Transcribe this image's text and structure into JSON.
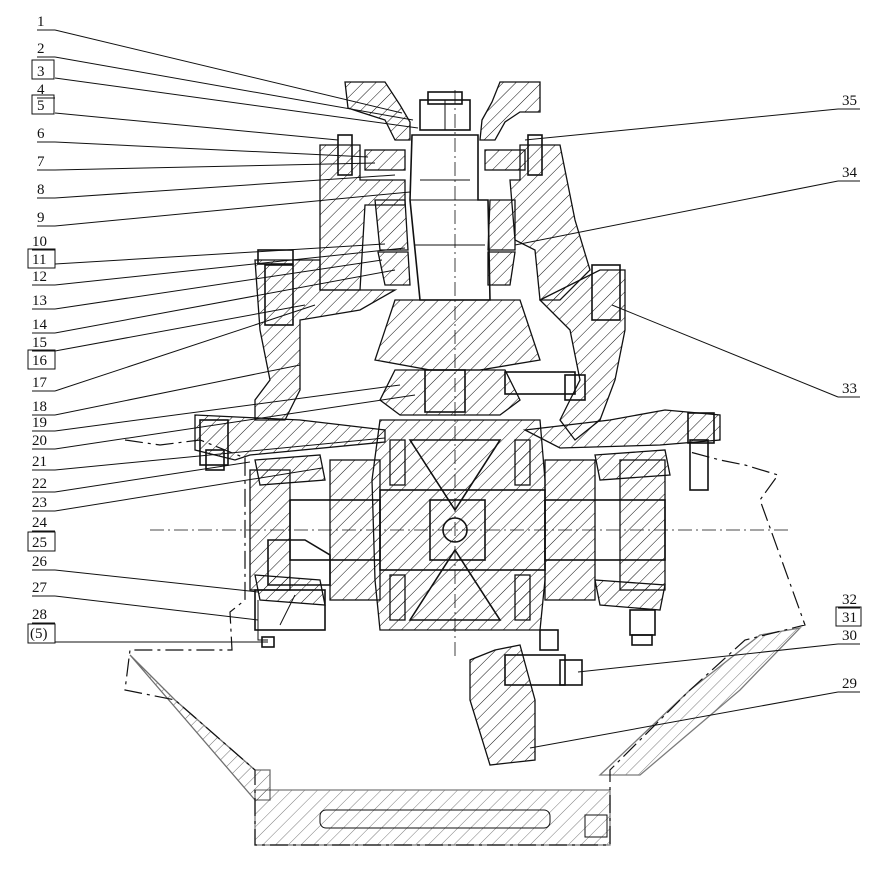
{
  "callouts_left": [
    {
      "id": "1",
      "text": "1"
    },
    {
      "id": "2",
      "text": "2"
    },
    {
      "id": "3",
      "text": "3"
    },
    {
      "id": "4",
      "text": "4"
    },
    {
      "id": "5",
      "text": "5"
    },
    {
      "id": "6",
      "text": "6"
    },
    {
      "id": "7",
      "text": "7"
    },
    {
      "id": "8",
      "text": "8"
    },
    {
      "id": "9",
      "text": "9"
    },
    {
      "id": "10",
      "text": "10"
    },
    {
      "id": "11",
      "text": "11"
    },
    {
      "id": "12",
      "text": "12"
    },
    {
      "id": "13",
      "text": "13"
    },
    {
      "id": "14",
      "text": "14"
    },
    {
      "id": "15",
      "text": "15"
    },
    {
      "id": "16",
      "text": "16"
    },
    {
      "id": "17",
      "text": "17"
    },
    {
      "id": "18",
      "text": "18"
    },
    {
      "id": "19",
      "text": "19"
    },
    {
      "id": "20",
      "text": "20"
    },
    {
      "id": "21",
      "text": "21"
    },
    {
      "id": "22",
      "text": "22"
    },
    {
      "id": "23",
      "text": "23"
    },
    {
      "id": "24",
      "text": "24"
    },
    {
      "id": "25",
      "text": "25"
    },
    {
      "id": "26",
      "text": "26"
    },
    {
      "id": "27",
      "text": "27"
    },
    {
      "id": "28",
      "text": "28"
    },
    {
      "id": "5b",
      "text": "(5)"
    }
  ],
  "callouts_right": [
    {
      "id": "35",
      "text": "35"
    },
    {
      "id": "34",
      "text": "34"
    },
    {
      "id": "33",
      "text": "33"
    },
    {
      "id": "32",
      "text": "32"
    },
    {
      "id": "31",
      "text": "31"
    },
    {
      "id": "30",
      "text": "30"
    },
    {
      "id": "29",
      "text": "29"
    }
  ]
}
